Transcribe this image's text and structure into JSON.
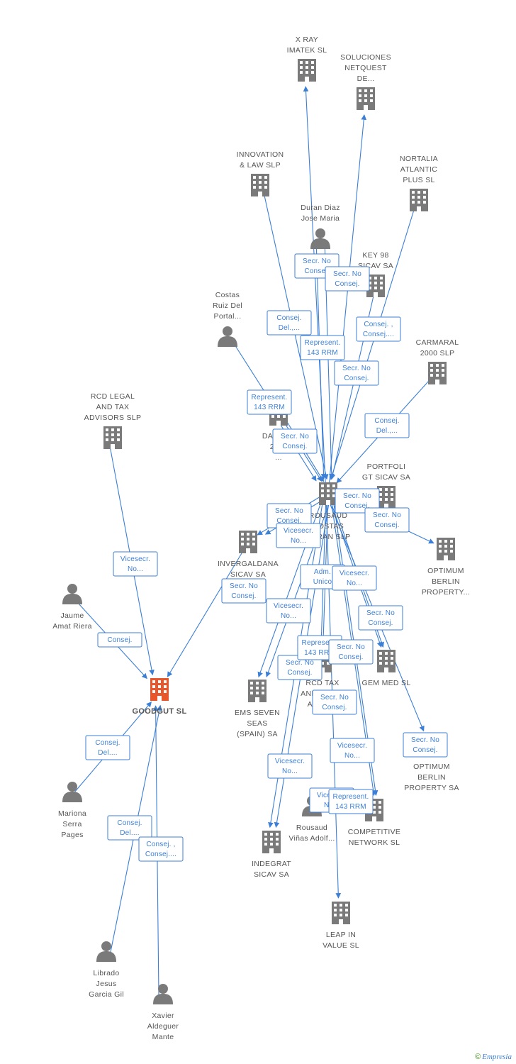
{
  "colors": {
    "edge": "#3b7fd6",
    "company": "#7a7a7a",
    "person": "#7a7a7a",
    "focus": "#e8572b"
  },
  "footer": {
    "copyright": "©",
    "brand": "Empresia"
  },
  "nodes": [
    {
      "id": "xray",
      "type": "company",
      "lines": [
        "X RAY",
        "IMATEK SL"
      ]
    },
    {
      "id": "soluciones",
      "type": "company",
      "lines": [
        "SOLUCIONES",
        "NETQUEST",
        "DE..."
      ]
    },
    {
      "id": "innovation",
      "type": "company",
      "lines": [
        "INNOVATION",
        "& LAW SLP"
      ]
    },
    {
      "id": "nortalia",
      "type": "company",
      "lines": [
        "NORTALIA",
        "ATLANTIC",
        "PLUS SL"
      ]
    },
    {
      "id": "duran",
      "type": "person",
      "lines": [
        "Duran Diaz",
        "Jose Maria"
      ]
    },
    {
      "id": "key98",
      "type": "company",
      "lines": [
        "KEY 98",
        "SICAV SA"
      ]
    },
    {
      "id": "costas",
      "type": "person",
      "lines": [
        "Costas",
        "Ruiz Del",
        "Portal..."
      ]
    },
    {
      "id": "carmaral",
      "type": "company",
      "lines": [
        "CARMARAL",
        "2000 SLP"
      ]
    },
    {
      "id": "danbur",
      "type": "company",
      "lines": [
        "DANBUR",
        "2000",
        "..."
      ]
    },
    {
      "id": "rcd",
      "type": "company",
      "lines": [
        "RCD LEGAL",
        "AND TAX",
        "ADVISORS SLP"
      ]
    },
    {
      "id": "rousaud",
      "type": "company",
      "lines": [
        "ROUSAUD",
        "COSTAS",
        "DURAN SLP"
      ]
    },
    {
      "id": "portfoli",
      "type": "company",
      "lines": [
        "PORTFOLI",
        "GT SICAV SA"
      ]
    },
    {
      "id": "invergaldana",
      "type": "company",
      "lines": [
        "INVERGALDANA",
        "SICAV SA"
      ]
    },
    {
      "id": "optimum1",
      "type": "company",
      "lines": [
        "OPTIMUM",
        "BERLIN",
        "PROPERTY..."
      ]
    },
    {
      "id": "jaume",
      "type": "person",
      "lines": [
        "Jaume",
        "Amat Riera"
      ]
    },
    {
      "id": "goodgut",
      "type": "focus",
      "lines": [
        "GOODGUT SL"
      ]
    },
    {
      "id": "gemmed",
      "type": "company",
      "lines": [
        "GEM MED SL"
      ]
    },
    {
      "id": "rcdtax",
      "type": "company",
      "lines": [
        "RCD TAX",
        "AND LEGAL",
        "ADVIS..."
      ]
    },
    {
      "id": "emsseven",
      "type": "company",
      "lines": [
        "EMS SEVEN",
        "SEAS",
        "(SPAIN) SA"
      ]
    },
    {
      "id": "optimum2",
      "type": "company",
      "lines": [
        "OPTIMUM",
        "BERLIN",
        "PROPERTY SA"
      ]
    },
    {
      "id": "mariona",
      "type": "person",
      "lines": [
        "Mariona",
        "Serra",
        "Pages"
      ]
    },
    {
      "id": "rousaudvinas",
      "type": "person",
      "lines": [
        "Rousaud",
        "Viñas Adolf..."
      ]
    },
    {
      "id": "competitive",
      "type": "company",
      "lines": [
        "COMPETITIVE",
        "NETWORK SL"
      ]
    },
    {
      "id": "indegrat",
      "type": "company",
      "lines": [
        "INDEGRAT",
        "SICAV SA"
      ]
    },
    {
      "id": "leapin",
      "type": "company",
      "lines": [
        "LEAP IN",
        "VALUE SL"
      ]
    },
    {
      "id": "librado",
      "type": "person",
      "lines": [
        "Librado",
        "Jesus",
        "Garcia Gil"
      ]
    },
    {
      "id": "xavier",
      "type": "person",
      "lines": [
        "Xavier",
        "Aldeguer",
        "Mante"
      ]
    }
  ],
  "edges": [
    {
      "from": "rcd",
      "to": "goodgut",
      "label": [
        "Vicesecr.",
        "No..."
      ]
    },
    {
      "from": "jaume",
      "to": "goodgut",
      "label": [
        "Consej."
      ]
    },
    {
      "from": "invergaldana",
      "to": "goodgut",
      "label": [
        "Secr. No",
        "Consej."
      ]
    },
    {
      "from": "mariona",
      "to": "goodgut",
      "label": [
        "Consej.",
        "Del...."
      ]
    },
    {
      "from": "librado",
      "to": "goodgut",
      "label": [
        "Consej.",
        "Del...."
      ]
    },
    {
      "from": "xavier",
      "to": "goodgut",
      "label": [
        "Consej. ,",
        "Consej...."
      ]
    },
    {
      "from": "rousaud",
      "to": "xray",
      "label": []
    },
    {
      "from": "rousaud",
      "to": "soluciones",
      "label": []
    },
    {
      "from": "innovation",
      "to": "rousaud",
      "label": [
        "Consej.",
        "Del.,..."
      ]
    },
    {
      "from": "duran",
      "to": "rousaud",
      "label": [
        "Secr. No",
        "Consej."
      ]
    },
    {
      "from": "duran",
      "to": "rousaud",
      "label": [
        "Secr. No",
        "Consej."
      ]
    },
    {
      "from": "nortalia",
      "to": "rousaud",
      "label": [
        "Consej. ,",
        "Consej...."
      ]
    },
    {
      "from": "key98",
      "to": "rousaud",
      "label": [
        "Secr. No",
        "Consej."
      ]
    },
    {
      "from": "costas",
      "to": "rousaud",
      "label": [
        "Represent.",
        "143 RRM"
      ]
    },
    {
      "from": "danbur",
      "to": "rousaud",
      "label": [
        "Represent.",
        "143 RRM"
      ]
    },
    {
      "from": "danbur",
      "to": "rousaud",
      "label": [
        "Secr. No",
        "Consej."
      ]
    },
    {
      "from": "carmaral",
      "to": "rousaud",
      "label": [
        "Consej.",
        "Del.,..."
      ]
    },
    {
      "from": "rousaud",
      "to": "portfoli",
      "label": [
        "Secr. No",
        "Consej."
      ]
    },
    {
      "from": "rousaud",
      "to": "optimum1",
      "label": [
        "Secr. No",
        "Consej."
      ]
    },
    {
      "from": "rousaud",
      "to": "invergaldana",
      "label": [
        "Secr. No",
        "Consej."
      ]
    },
    {
      "from": "rousaud",
      "to": "invergaldana",
      "label": [
        "Vicesecr.",
        "No..."
      ]
    },
    {
      "from": "rousaud",
      "to": "rcdtax",
      "label": [
        "Adm.",
        "Unico"
      ]
    },
    {
      "from": "rousaud",
      "to": "gemmed",
      "label": [
        "Vicesecr.",
        "No..."
      ]
    },
    {
      "from": "rousaud",
      "to": "gemmed",
      "label": [
        "Secr. No",
        "Consej."
      ]
    },
    {
      "from": "rousaud",
      "to": "emsseven",
      "label": [
        "Secr. No",
        "Consej."
      ]
    },
    {
      "from": "rousaud",
      "to": "emsseven",
      "label": [
        "Vicesecr.",
        "No..."
      ]
    },
    {
      "from": "rousaud",
      "to": "optimum2",
      "label": [
        "Secr. No",
        "Consej."
      ]
    },
    {
      "from": "rousaud",
      "to": "rcdtax",
      "label": [
        "Represent.",
        "143 RRM"
      ]
    },
    {
      "from": "rousaud",
      "to": "competitive",
      "label": [
        "Secr. No",
        "Consej."
      ]
    },
    {
      "from": "rousaud",
      "to": "competitive",
      "label": [
        "Vicesecr.",
        "No..."
      ]
    },
    {
      "from": "rousaud",
      "to": "indegrat",
      "label": [
        "Vicesecr.",
        "No..."
      ]
    },
    {
      "from": "rousaud",
      "to": "leapin",
      "label": [
        "Vicesecr.",
        "No..."
      ]
    },
    {
      "from": "rousaudvinas",
      "to": "competitive",
      "label": [
        "Represent.",
        "143 RRM"
      ]
    },
    {
      "from": "rousaud",
      "to": "indegrat",
      "label": [
        "Secr. No",
        "Consej."
      ]
    }
  ]
}
